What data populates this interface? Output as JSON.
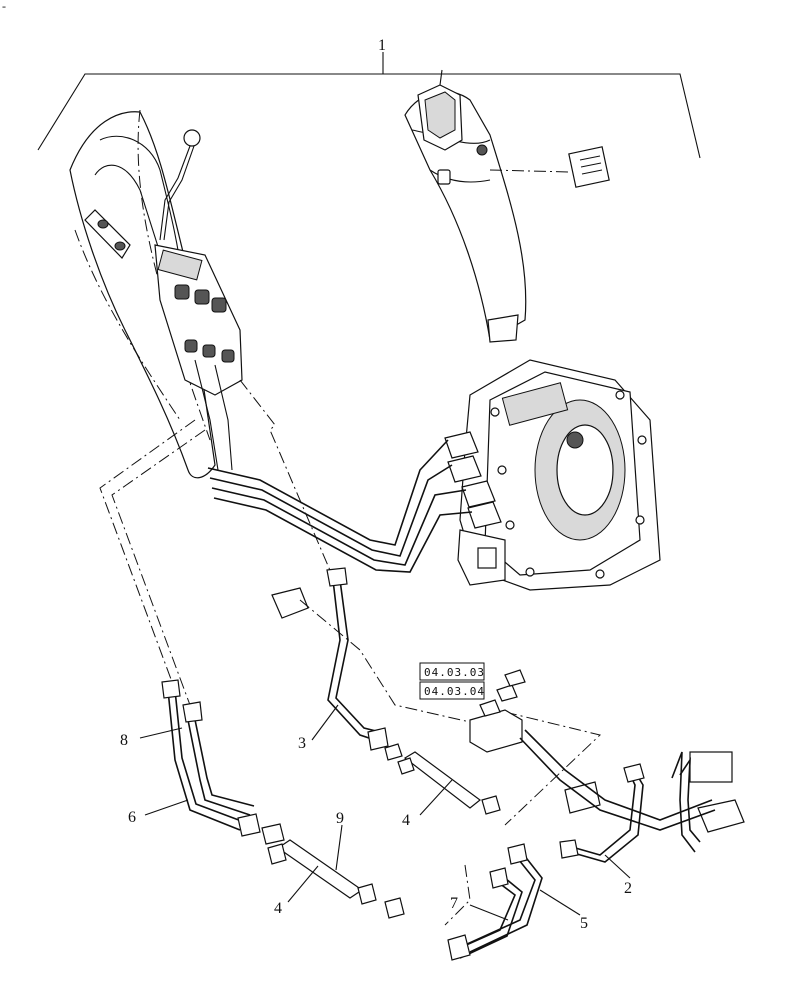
{
  "corner_mark": "-",
  "callouts": {
    "c1": "1",
    "c2": "2",
    "c3": "3",
    "c4a": "4",
    "c4b": "4",
    "c5": "5",
    "c6": "6",
    "c7": "7",
    "c8": "8",
    "c9": "9"
  },
  "references": {
    "ref1": "04.03.03",
    "ref2": "04.03.04"
  },
  "icons": [
    "control-lever-icon",
    "valve-block-icon",
    "transmission-housing-icon",
    "hose-icon",
    "pipe-icon",
    "fitting-icon",
    "decal-icon",
    "fender-console-icon"
  ]
}
